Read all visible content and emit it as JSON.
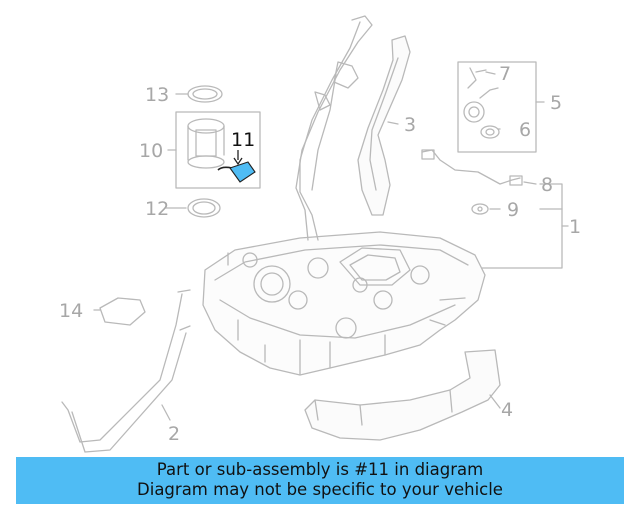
{
  "callouts": {
    "c1": "1",
    "c2": "2",
    "c3": "3",
    "c4": "4",
    "c5": "5",
    "c6": "6",
    "c7": "7",
    "c8": "8",
    "c9": "9",
    "c10": "10",
    "c11": "11",
    "c12": "12",
    "c13": "13",
    "c14": "14"
  },
  "highlight_part": "11",
  "banner": {
    "line1": "Part or sub-assembly is #11 in diagram",
    "line2": "Diagram may not be specific to your vehicle"
  },
  "colors": {
    "line_art": "#b9b9b9",
    "callout_text": "#a7a7a7",
    "highlight_part": "#4fbcf4",
    "banner_bg": "#4fbcf4"
  }
}
